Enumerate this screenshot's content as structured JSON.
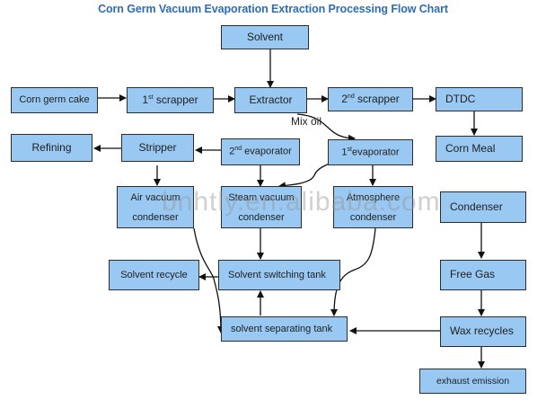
{
  "title": "Corn Germ Vacuum Evaporation Extraction Processing Flow Chart",
  "colors": {
    "title": "#2e6db4",
    "node_fill": "#99c8f2",
    "node_border": "#2c2c2c"
  },
  "nodes": {
    "solvent": "Solvent",
    "corn_germ_cake": "Corn germ cake",
    "scrapper1": {
      "num": "1",
      "sup": "st",
      "text": " scrapper"
    },
    "extractor": "Extractor",
    "scrapper2": {
      "num": "2",
      "sup": "nd",
      "text": " scrapper"
    },
    "dtdc": "DTDC",
    "refining": "Refining",
    "stripper": "Stripper",
    "evaporator2": {
      "num": "2",
      "sup": "nd",
      "text": " evaporator"
    },
    "evaporator1": {
      "num": "1",
      "sup": "st",
      "text": "evaporator"
    },
    "corn_meal": "Corn Meal",
    "air_vacuum_condenser": {
      "line1": "Air vacuum",
      "line2": "condenser"
    },
    "steam_vacuum_condenser": {
      "line1": "Steam vacuum",
      "line2": "condenser"
    },
    "atmosphere_condenser": {
      "line1": "Atmosphere",
      "line2": "condenser"
    },
    "condenser": "Condenser",
    "solvent_recycle": "Solvent recycle",
    "solvent_switching_tank": "Solvent switching tank",
    "free_gas": "Free Gas",
    "solvent_separating_tank": "solvent separating tank",
    "wax_recycles": "Wax recycles",
    "exhaust_emission": "exhaust emission"
  },
  "labels": {
    "mix_oil": "Mix oil"
  },
  "watermark": "bnhtly.en.alibaba.com"
}
